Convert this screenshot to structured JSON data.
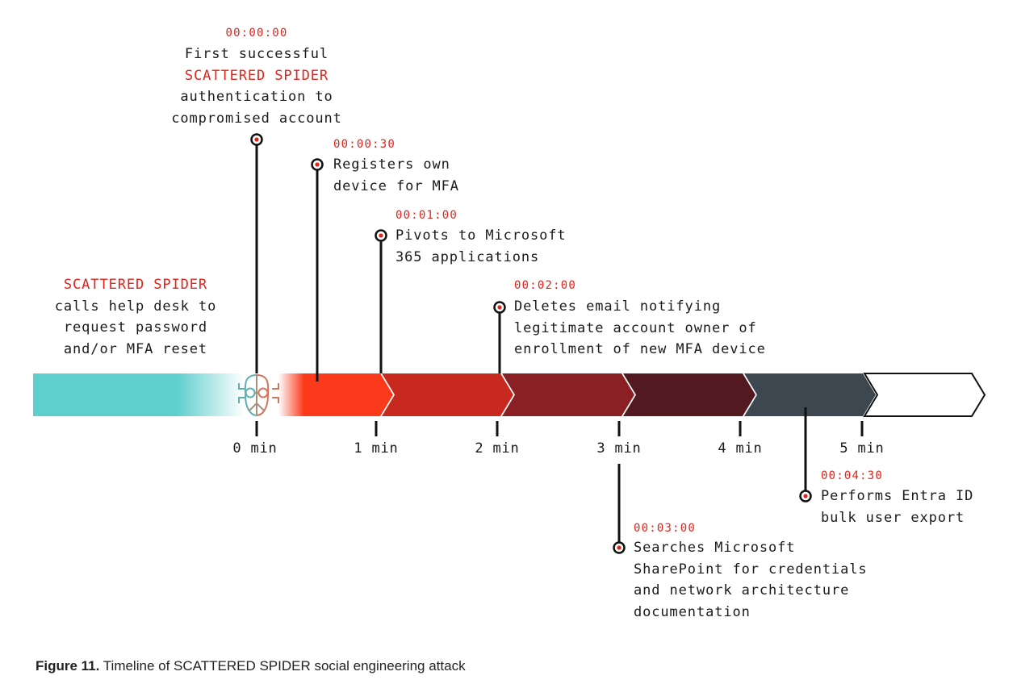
{
  "events": [
    {
      "time": "00:00:00",
      "lines": [
        "First successful",
        "SCATTERED SPIDER",
        "authentication to",
        "compromised account"
      ],
      "highlight_line": 1
    },
    {
      "time": "00:00:30",
      "lines": [
        "Registers own",
        "device for MFA"
      ]
    },
    {
      "time": "00:01:00",
      "lines": [
        "Pivots to Microsoft",
        "365 applications"
      ]
    },
    {
      "time": "00:02:00",
      "lines": [
        "Deletes email notifying",
        "legitimate account owner of",
        "enrollment of new MFA device"
      ]
    },
    {
      "time": "00:03:00",
      "lines": [
        "Searches Microsoft",
        "SharePoint for credentials",
        "and network architecture",
        "documentation"
      ]
    },
    {
      "time": "00:04:30",
      "lines": [
        "Performs Entra ID",
        "bulk user export"
      ]
    }
  ],
  "intro": {
    "actor": "SCATTERED SPIDER",
    "lines": [
      "calls help desk to",
      "request password",
      "and/or MFA reset"
    ]
  },
  "ticks": [
    "0 min",
    "1 min",
    "2 min",
    "3 min",
    "4 min",
    "5 min"
  ],
  "colors": {
    "accent_red": "#e0231b",
    "teal": "#5fcfcd",
    "segments": [
      "#fb3a1c",
      "#c7291f",
      "#8a1f24",
      "#521a20",
      "#3c4750",
      "#ffffff"
    ]
  },
  "caption": {
    "label": "Figure 11.",
    "text": " Timeline of SCATTERED SPIDER social engineering attack"
  }
}
